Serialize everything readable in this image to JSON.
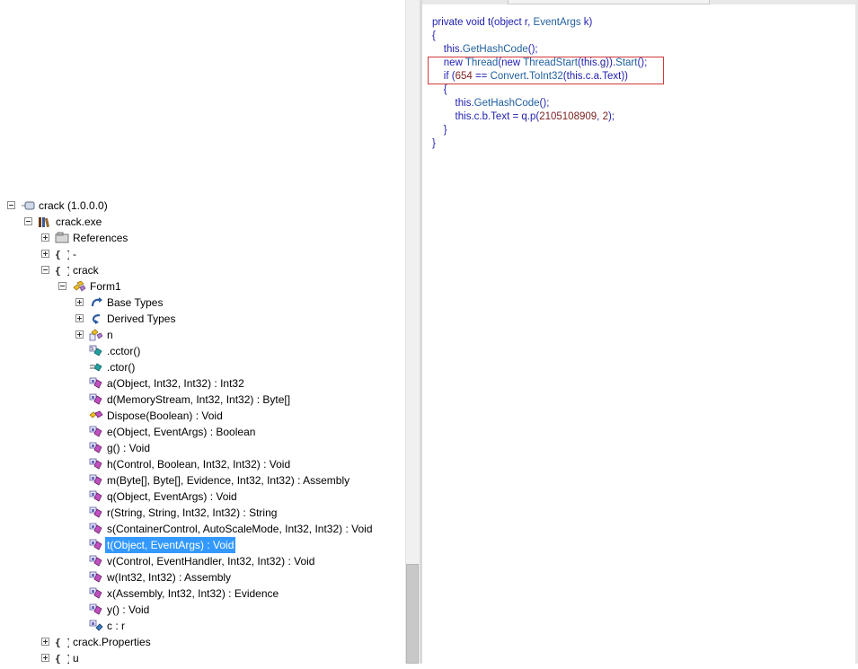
{
  "code": {
    "lines": [
      [
        {
          "t": "private void ",
          "c": "kw"
        },
        {
          "t": "t",
          "c": "id"
        },
        {
          "t": "(object r, ",
          "c": "kw"
        },
        {
          "t": "EventArgs",
          "c": "ty"
        },
        {
          "t": " k)",
          "c": "kw"
        }
      ],
      [
        {
          "t": "{",
          "c": "kw"
        }
      ],
      [
        {
          "t": "    this.",
          "c": "kw"
        },
        {
          "t": "GetHashCode",
          "c": "ty"
        },
        {
          "t": "();",
          "c": "kw"
        }
      ],
      [
        {
          "t": "    new ",
          "c": "kw"
        },
        {
          "t": "Thread",
          "c": "ty"
        },
        {
          "t": "(new ",
          "c": "kw"
        },
        {
          "t": "ThreadStart",
          "c": "ty"
        },
        {
          "t": "(this.",
          "c": "kw"
        },
        {
          "t": "g",
          "c": "id"
        },
        {
          "t": ")).",
          "c": "kw"
        },
        {
          "t": "Start",
          "c": "ty"
        },
        {
          "t": "();",
          "c": "kw"
        }
      ],
      [
        {
          "t": "    if (",
          "c": "kw"
        },
        {
          "t": "654",
          "c": "nm"
        },
        {
          "t": " == ",
          "c": "kw"
        },
        {
          "t": "Convert",
          "c": "ty"
        },
        {
          "t": ".",
          "c": "kw"
        },
        {
          "t": "ToInt32",
          "c": "ty"
        },
        {
          "t": "(this.c.a.Text))",
          "c": "kw"
        }
      ],
      [
        {
          "t": "    {",
          "c": "kw"
        }
      ],
      [
        {
          "t": "        this.",
          "c": "kw"
        },
        {
          "t": "GetHashCode",
          "c": "ty"
        },
        {
          "t": "();",
          "c": "kw"
        }
      ],
      [
        {
          "t": "        this.c.b.Text = q.p(",
          "c": "kw"
        },
        {
          "t": "2105108909",
          "c": "nm"
        },
        {
          "t": ", ",
          "c": "kw"
        },
        {
          "t": "2",
          "c": "nm"
        },
        {
          "t": ");",
          "c": "kw"
        }
      ],
      [
        {
          "t": "    }",
          "c": "kw"
        }
      ],
      [
        {
          "t": "}",
          "c": "kw"
        }
      ]
    ]
  },
  "tree": [
    {
      "label": "crack (1.0.0.0)",
      "level": 0,
      "expander": "minus",
      "icon": "assembly-icon"
    },
    {
      "label": "crack.exe",
      "level": 1,
      "expander": "minus",
      "icon": "module-icon"
    },
    {
      "label": "References",
      "level": 2,
      "expander": "plus",
      "icon": "references-icon"
    },
    {
      "label": "-",
      "level": 2,
      "expander": "plus",
      "icon": "namespace-icon"
    },
    {
      "label": "crack",
      "level": 2,
      "expander": "minus",
      "icon": "namespace-icon"
    },
    {
      "label": "Form1",
      "level": 3,
      "expander": "minus",
      "icon": "class-icon"
    },
    {
      "label": "Base Types",
      "level": 4,
      "expander": "plus",
      "icon": "base-types-icon"
    },
    {
      "label": "Derived Types",
      "level": 4,
      "expander": "plus",
      "icon": "derived-types-icon"
    },
    {
      "label": "n",
      "level": 4,
      "expander": "plus",
      "icon": "nested-class-icon"
    },
    {
      "label": ".cctor()",
      "level": 4,
      "expander": "none",
      "icon": "static-method-icon"
    },
    {
      "label": ".ctor()",
      "level": 4,
      "expander": "none",
      "icon": "constructor-icon"
    },
    {
      "label": "a(Object, Int32, Int32) : Int32",
      "level": 4,
      "expander": "none",
      "icon": "method-icon"
    },
    {
      "label": "d(MemoryStream, Int32, Int32) : Byte[]",
      "level": 4,
      "expander": "none",
      "icon": "method-icon"
    },
    {
      "label": "Dispose(Boolean) : Void",
      "level": 4,
      "expander": "none",
      "icon": "protected-method-icon"
    },
    {
      "label": "e(Object, EventArgs) : Boolean",
      "level": 4,
      "expander": "none",
      "icon": "method-icon"
    },
    {
      "label": "g() : Void",
      "level": 4,
      "expander": "none",
      "icon": "method-icon"
    },
    {
      "label": "h(Control, Boolean, Int32, Int32) : Void",
      "level": 4,
      "expander": "none",
      "icon": "method-icon"
    },
    {
      "label": "m(Byte[], Byte[], Evidence, Int32, Int32) : Assembly",
      "level": 4,
      "expander": "none",
      "icon": "method-icon"
    },
    {
      "label": "q(Object, EventArgs) : Void",
      "level": 4,
      "expander": "none",
      "icon": "method-icon"
    },
    {
      "label": "r(String, String, Int32, Int32) : String",
      "level": 4,
      "expander": "none",
      "icon": "method-icon"
    },
    {
      "label": "s(ContainerControl, AutoScaleMode, Int32, Int32) : Void",
      "level": 4,
      "expander": "none",
      "icon": "method-icon"
    },
    {
      "label": "t(Object, EventArgs) : Void",
      "level": 4,
      "expander": "none",
      "icon": "method-icon",
      "selected": true
    },
    {
      "label": "v(Control, EventHandler, Int32, Int32) : Void",
      "level": 4,
      "expander": "none",
      "icon": "method-icon"
    },
    {
      "label": "w(Int32, Int32) : Assembly",
      "level": 4,
      "expander": "none",
      "icon": "method-icon"
    },
    {
      "label": "x(Assembly, Int32, Int32) : Evidence",
      "level": 4,
      "expander": "none",
      "icon": "method-icon"
    },
    {
      "label": "y() : Void",
      "level": 4,
      "expander": "none",
      "icon": "method-icon"
    },
    {
      "label": "c : r",
      "level": 4,
      "expander": "none",
      "icon": "field-icon"
    },
    {
      "label": "crack.Properties",
      "level": 2,
      "expander": "plus",
      "icon": "namespace-icon"
    },
    {
      "label": "u",
      "level": 2,
      "expander": "plus",
      "icon": "namespace-icon"
    }
  ],
  "colors": {
    "selection": "#3399ff",
    "highlight_border": "#d03a3a"
  }
}
